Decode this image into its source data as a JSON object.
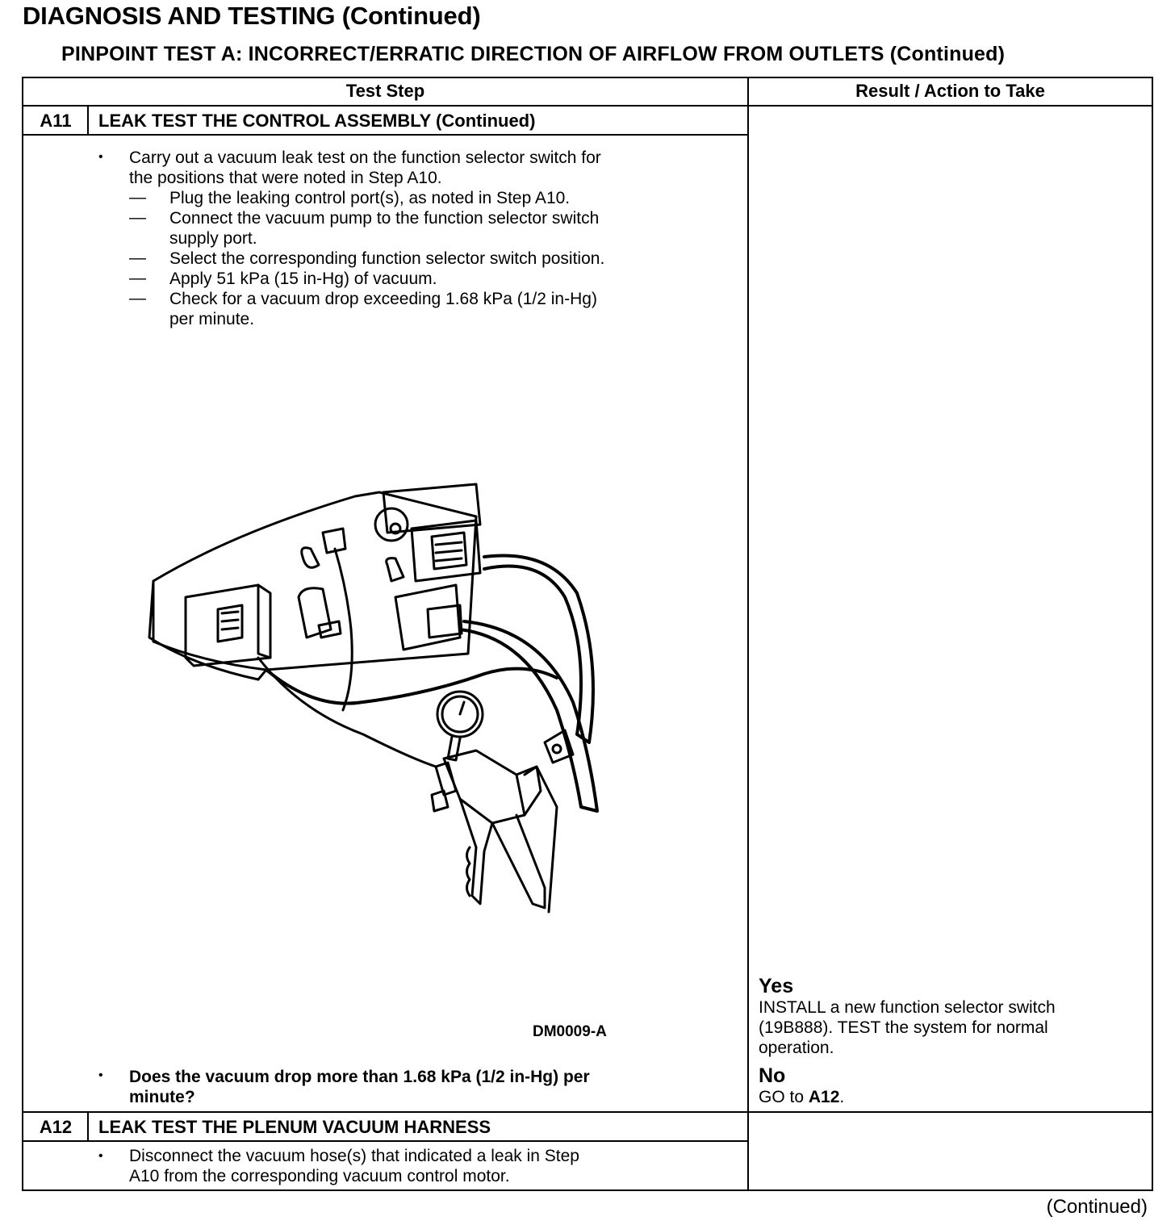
{
  "header": {
    "title": "DIAGNOSIS AND TESTING (Continued)",
    "subtitle": "PINPOINT TEST A: INCORRECT/ERRATIC DIRECTION OF AIRFLOW FROM OUTLETS (Continued)"
  },
  "table": {
    "col_test_step": "Test Step",
    "col_result": "Result / Action to Take",
    "step_a11": {
      "id": "A11",
      "title": "LEAK TEST THE CONTROL ASSEMBLY (Continued)",
      "bullet1_line1": "Carry out a vacuum leak test on the function selector switch for",
      "bullet1_line2": "the positions that were noted in Step A10.",
      "dash1": "Plug the leaking control port(s), as noted in Step A10.",
      "dash2_line1": "Connect the vacuum pump to the function selector switch",
      "dash2_line2": "supply port.",
      "dash3": "Select the corresponding function selector switch position.",
      "dash4": "Apply 51 kPa (15 in-Hg) of vacuum.",
      "dash5_line1": "Check for a vacuum drop exceeding 1.68 kPa (1/2 in-Hg)",
      "dash5_line2": "per minute.",
      "figure_caption": "DM0009-A",
      "question_line1": "Does the vacuum drop more than 1.68 kPa (1/2 in-Hg) per",
      "question_line2": "minute?",
      "yes_label": "Yes",
      "yes_line1": "INSTALL a new function selector switch",
      "yes_line2": "(19B888). TEST the system for normal",
      "yes_line3": "operation.",
      "no_label": "No",
      "no_text": "GO to ",
      "no_target": "A12",
      "no_end": "."
    },
    "step_a12": {
      "id": "A12",
      "title": "LEAK TEST THE PLENUM VACUUM HARNESS",
      "bullet1_line1": "Disconnect the vacuum hose(s) that indicated a leak in Step",
      "bullet1_line2": "A10 from the corresponding vacuum control motor."
    }
  },
  "footer": {
    "continued": "(Continued)"
  }
}
